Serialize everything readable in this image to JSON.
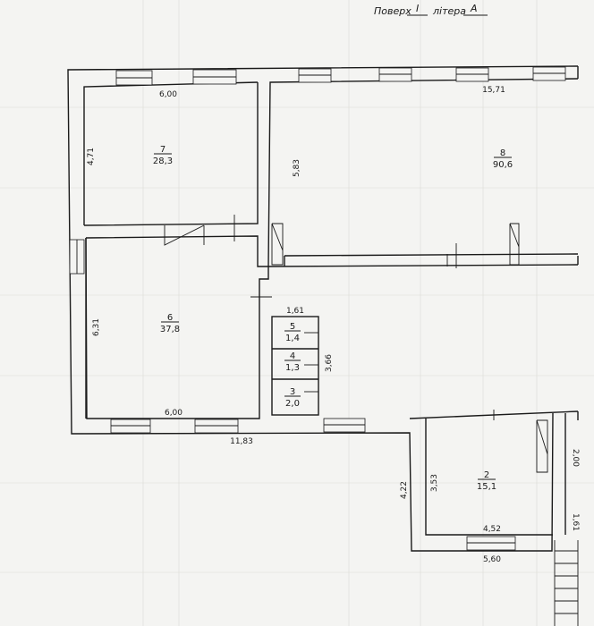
{
  "header": {
    "floor_label": "Поверх",
    "floor_value": "I",
    "letter_label": "літера",
    "letter_value": "А"
  },
  "rooms": [
    {
      "number": "7",
      "area": "28,3"
    },
    {
      "number": "8",
      "area": "90,6"
    },
    {
      "number": "6",
      "area": "37,8"
    },
    {
      "number": "5",
      "area": "1,4"
    },
    {
      "number": "4",
      "area": "1,3"
    },
    {
      "number": "3",
      "area": "2,0"
    },
    {
      "number": "2",
      "area": "15,1"
    }
  ],
  "dimensions": {
    "room7_width": "6,00",
    "room7_height": "4,71",
    "room8_width": "15,71",
    "room8_height": "5,83",
    "room6_height": "6,31",
    "room6_width": "6,00",
    "building_width": "11,83",
    "wc_width": "1,61",
    "wc_height": "3,66",
    "annex_height": "4,22",
    "room2_height": "3,53",
    "room2_width": "4,52",
    "annex_width": "5,60",
    "right_upper": "2,00",
    "right_lower": "1,61"
  }
}
